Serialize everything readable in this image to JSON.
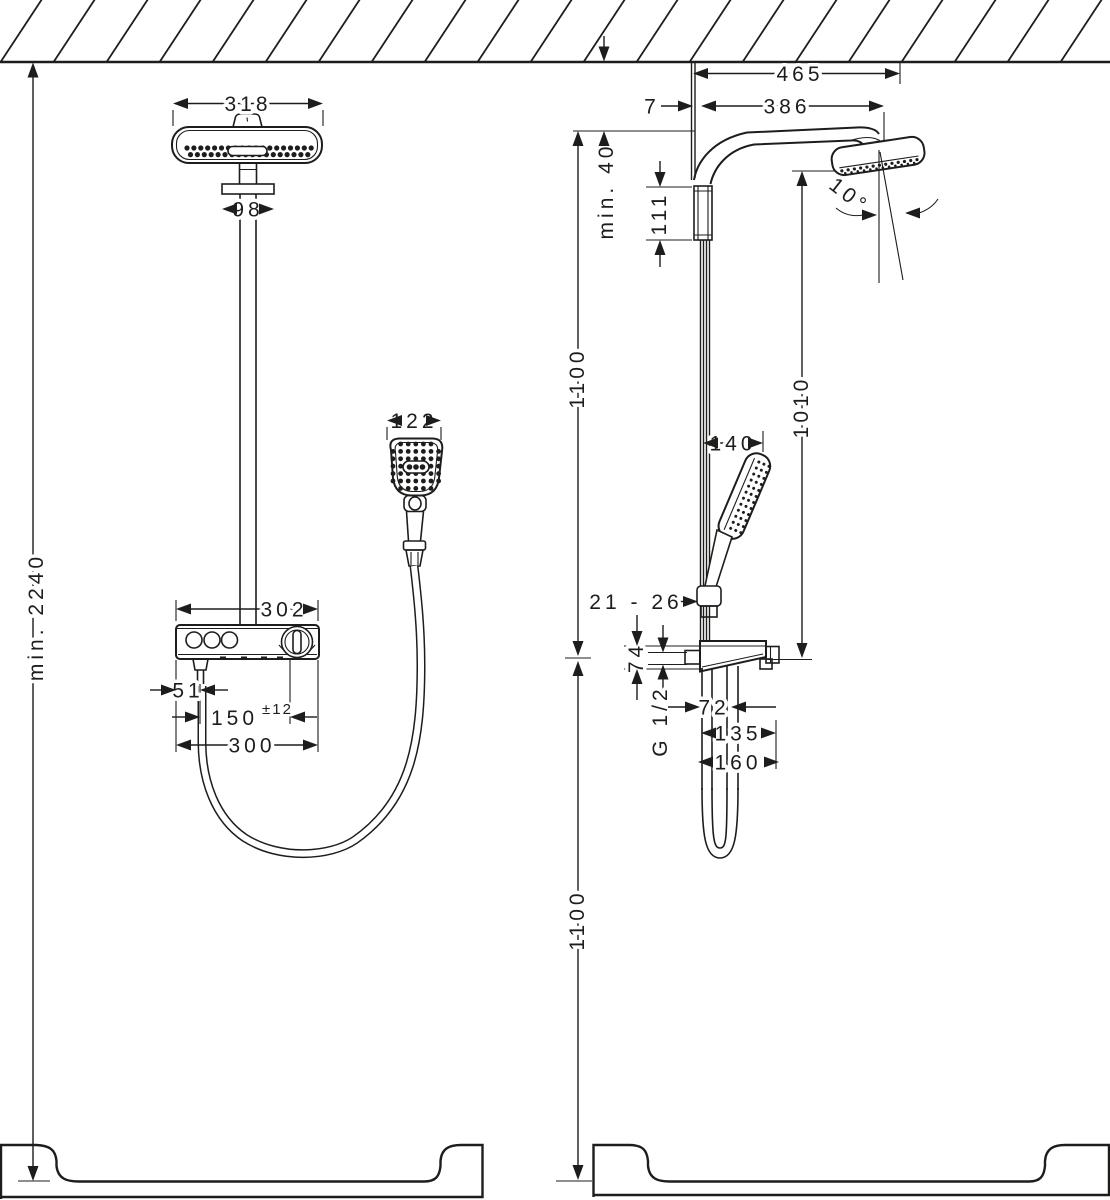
{
  "front_view": {
    "overhead_width": "318",
    "ceiling_plate_width": "98",
    "handshower_width": "122",
    "valve_top_width": "302",
    "outlet_offset": "51",
    "supply_spacing": "150",
    "supply_tolerance": "±12",
    "valve_bottom_width": "300",
    "min_room_height": "min. 2240"
  },
  "side_view": {
    "total_projection": "465",
    "wall_gap": "7",
    "arm_projection": "386",
    "min_ceiling_clearance": "min. 40",
    "bracket_height": "111",
    "upper_height": "1100",
    "head_to_valve": "1010",
    "handshower_offset": "140",
    "spray_angle": "10°",
    "clamp_range": "21 - 26",
    "valve_offset": "74",
    "supply_thread": "G 1/2",
    "pipe_offset": "72",
    "valve_depth": "135",
    "hose_loop_depth": "160",
    "lower_height": "1100"
  }
}
